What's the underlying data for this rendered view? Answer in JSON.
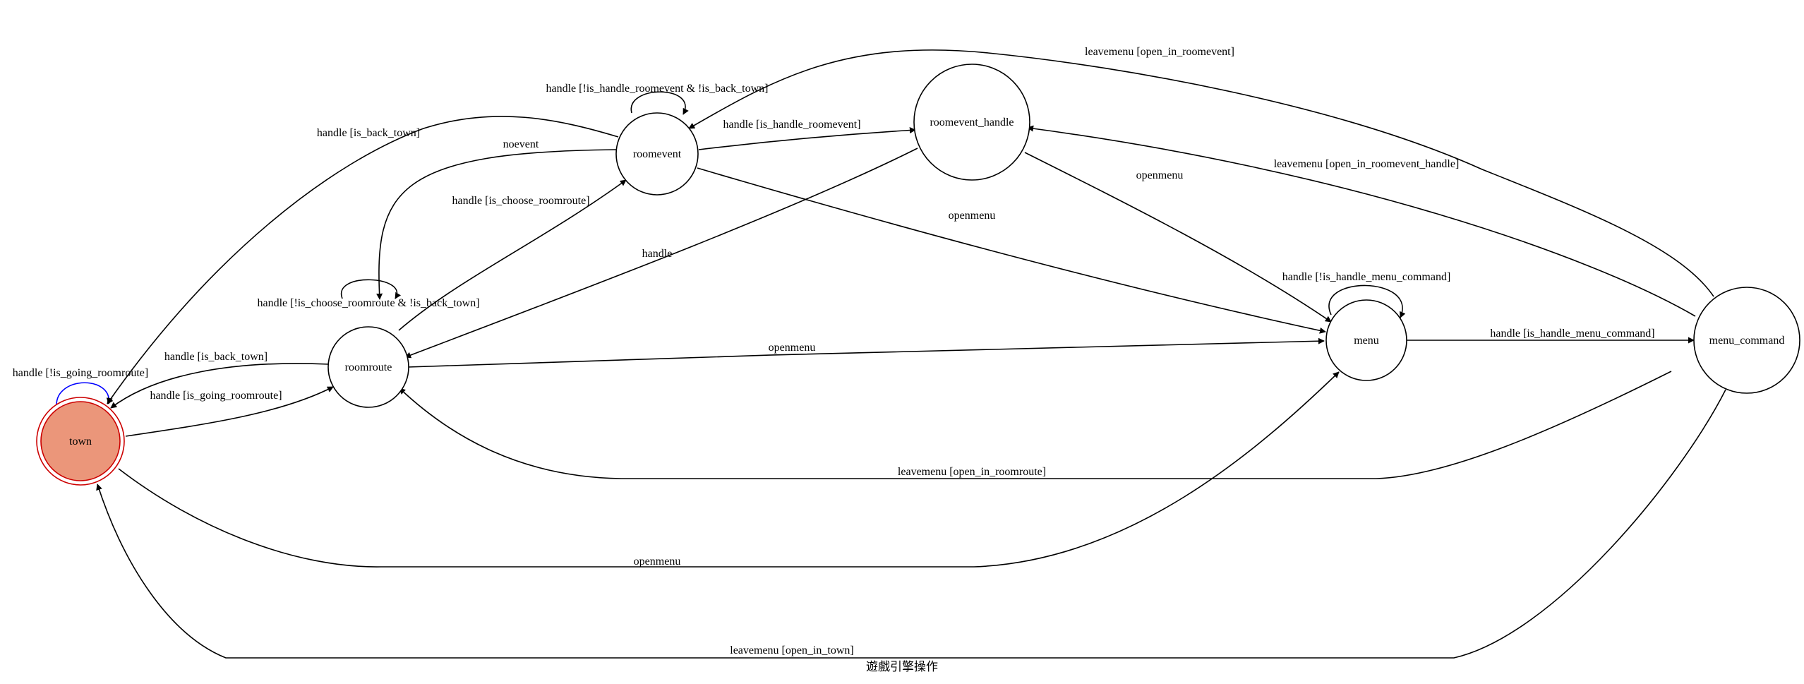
{
  "diagram": {
    "caption": "遊戲引擎操作",
    "start_fill": "#eb967a",
    "start_border": "#cc0000",
    "nodes": {
      "town": "town",
      "roomroute": "roomroute",
      "roomevent": "roomevent",
      "roomevent_handle": "roomevent_handle",
      "menu": "menu",
      "menu_command": "menu_command"
    },
    "edges": {
      "town_loop": "handle [!is_going_roomroute]",
      "roomroute_to_town": "handle [is_back_town]",
      "town_to_roomroute": "handle [is_going_roomroute]",
      "roomroute_loop": "handle [!is_choose_roomroute & !is_back_town]",
      "roomroute_to_roomevent": "handle [is_choose_roomroute]",
      "roomevent_to_roomroute": "noevent",
      "roomevent_to_town": "handle [is_back_town]",
      "roomevent_loop": "handle [!is_handle_roomevent & !is_back_town]",
      "roomevent_to_handle": "handle [is_handle_roomevent]",
      "handle_to_roomroute": "handle",
      "roomevent_to_menu": "openmenu",
      "handle_to_menu": "openmenu",
      "roomroute_to_menu": "openmenu",
      "town_to_menu": "openmenu",
      "menu_loop": "handle [!is_handle_menu_command]",
      "menu_to_command": "handle [is_handle_menu_command]",
      "command_to_roomevent": "leavemenu [open_in_roomevent]",
      "command_to_handle": "leavemenu [open_in_roomevent_handle]",
      "command_to_roomroute": "leavemenu [open_in_roomroute]",
      "command_to_town": "leavemenu [open_in_town]"
    }
  }
}
